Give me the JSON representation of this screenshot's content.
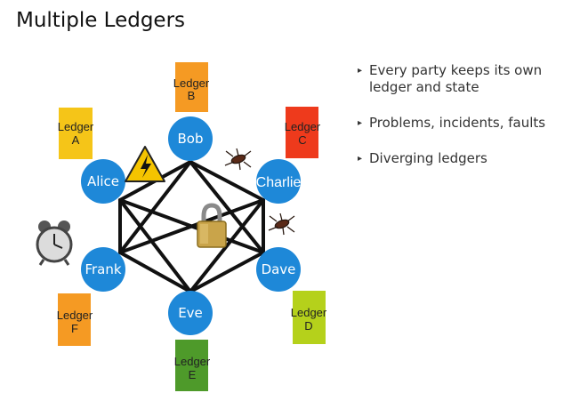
{
  "title": "Multiple Ledgers",
  "bullets": [
    "Every party keeps its own ledger and state",
    "Problems, incidents, faults",
    "Diverging ledgers"
  ],
  "colors": {
    "node": "#1e88d8",
    "edge": "#111111",
    "ledger_a": "#f5c518",
    "ledger_b": "#f59a23",
    "ledger_c": "#ee3a1c",
    "ledger_d": "#b5d11b",
    "ledger_e": "#4e9a2a",
    "ledger_f": "#f59a23"
  },
  "nodes": {
    "bob": "Bob",
    "charlie": "Charlie",
    "dave": "Dave",
    "eve": "Eve",
    "frank": "Frank",
    "alice": "Alice"
  },
  "ledgers": {
    "a": {
      "line1": "Ledger",
      "line2": "A"
    },
    "b": {
      "line1": "Ledger",
      "line2": "B"
    },
    "c": {
      "line1": "Ledger",
      "line2": "C"
    },
    "d": {
      "line1": "Ledger",
      "line2": "D"
    },
    "e": {
      "line1": "Ledger",
      "line2": "E"
    },
    "f": {
      "line1": "Ledger",
      "line2": "F"
    }
  },
  "icons": [
    "warning-lightning-icon",
    "padlock-icon",
    "alarm-clock-icon",
    "bug-icon"
  ]
}
